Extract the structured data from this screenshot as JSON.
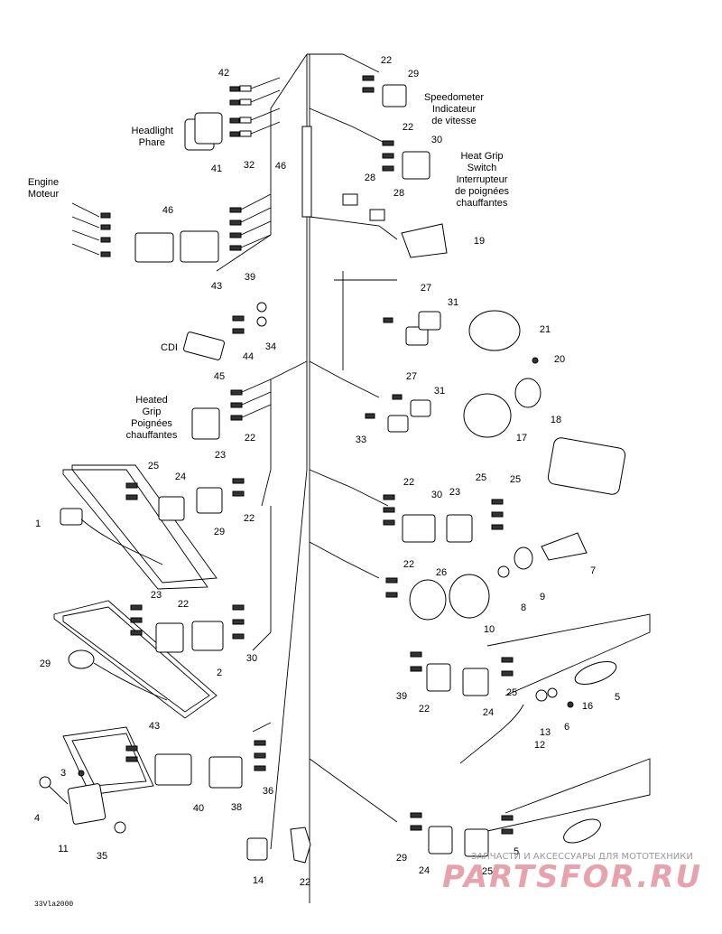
{
  "labels": {
    "headlight": [
      "Headlight",
      "Phare"
    ],
    "engine": [
      "Engine",
      "Moteur"
    ],
    "cdi": "CDI",
    "heated_grip": [
      "Heated",
      "Grip",
      "Poignées",
      "chauffantes"
    ],
    "speedometer": [
      "Speedometer",
      "Indicateur",
      "de vitesse"
    ],
    "heat_grip_switch": [
      "Heat Grip",
      "Switch",
      "Interrupteur",
      "de poignées",
      "chauffantes"
    ]
  },
  "diagram_ref": "33Vla2000",
  "watermark": {
    "text": "ЗАПЧАСТИ И АКСЕССУАРЫ ДЛЯ МОТОТЕХНИКИ",
    "brand": "PARTSFOR.RU"
  },
  "callouts": [
    "42",
    "29",
    "22",
    "32",
    "41",
    "46",
    "22",
    "30",
    "28",
    "28",
    "19",
    "46",
    "43",
    "39",
    "34",
    "44",
    "45",
    "27",
    "31",
    "21",
    "20",
    "18",
    "27",
    "31",
    "17",
    "33",
    "23",
    "22",
    "25",
    "24",
    "22",
    "29",
    "1",
    "22",
    "30",
    "23",
    "25",
    "7",
    "26",
    "8",
    "9",
    "10",
    "22",
    "25",
    "5",
    "16",
    "6",
    "13",
    "12",
    "24",
    "25",
    "23",
    "22",
    "30",
    "2",
    "29",
    "22",
    "39",
    "43",
    "40",
    "38",
    "36",
    "3",
    "4",
    "11",
    "35",
    "14",
    "22",
    "29",
    "24",
    "25",
    "5"
  ]
}
